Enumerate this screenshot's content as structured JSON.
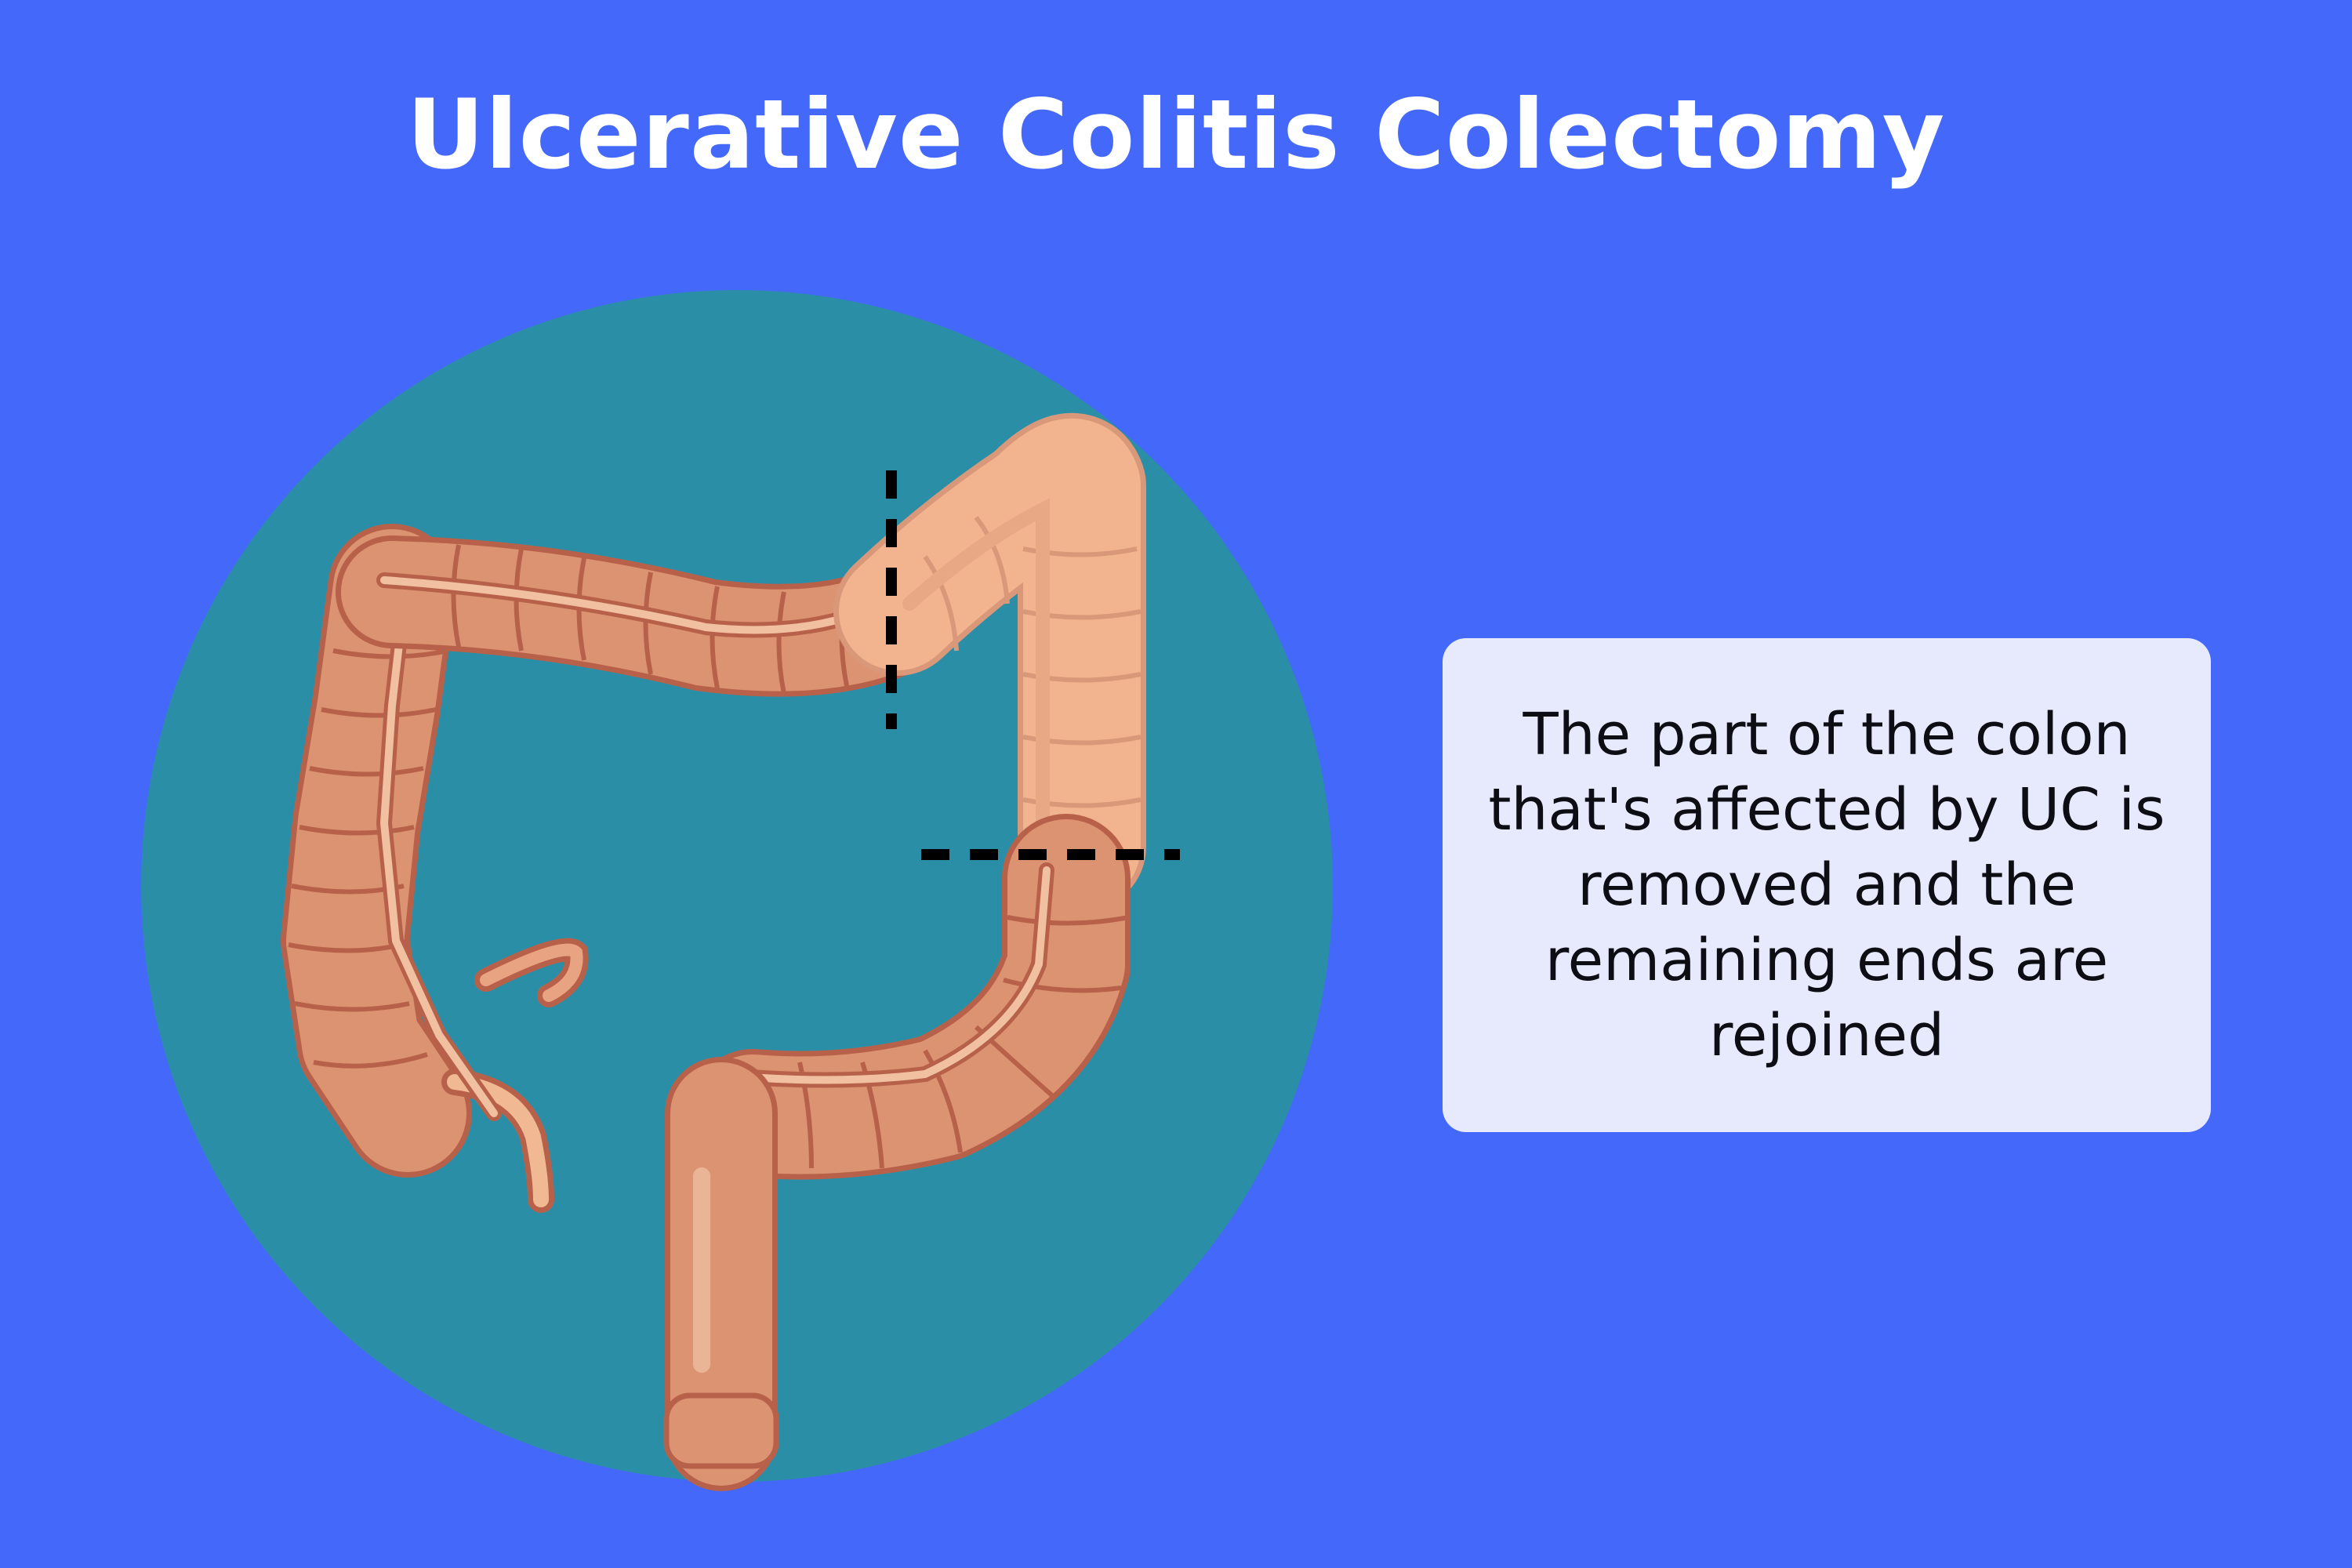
{
  "title": "Ulcerative Colitis Colectomy",
  "info_card": {
    "text": "The part of the colon that's affected by UC is removed and the remaining ends are rejoined"
  },
  "colors": {
    "background": "#4469fa",
    "circle": "#2a8fa6",
    "colon": "#dc9372",
    "colon_outline": "#b8614a",
    "removed_section": "#f2b48e",
    "cut_line": "#000000",
    "card": "#e6eafc"
  },
  "icons": {
    "colon": "colon-illustration",
    "cut_lines": "dashed-cut-line"
  }
}
